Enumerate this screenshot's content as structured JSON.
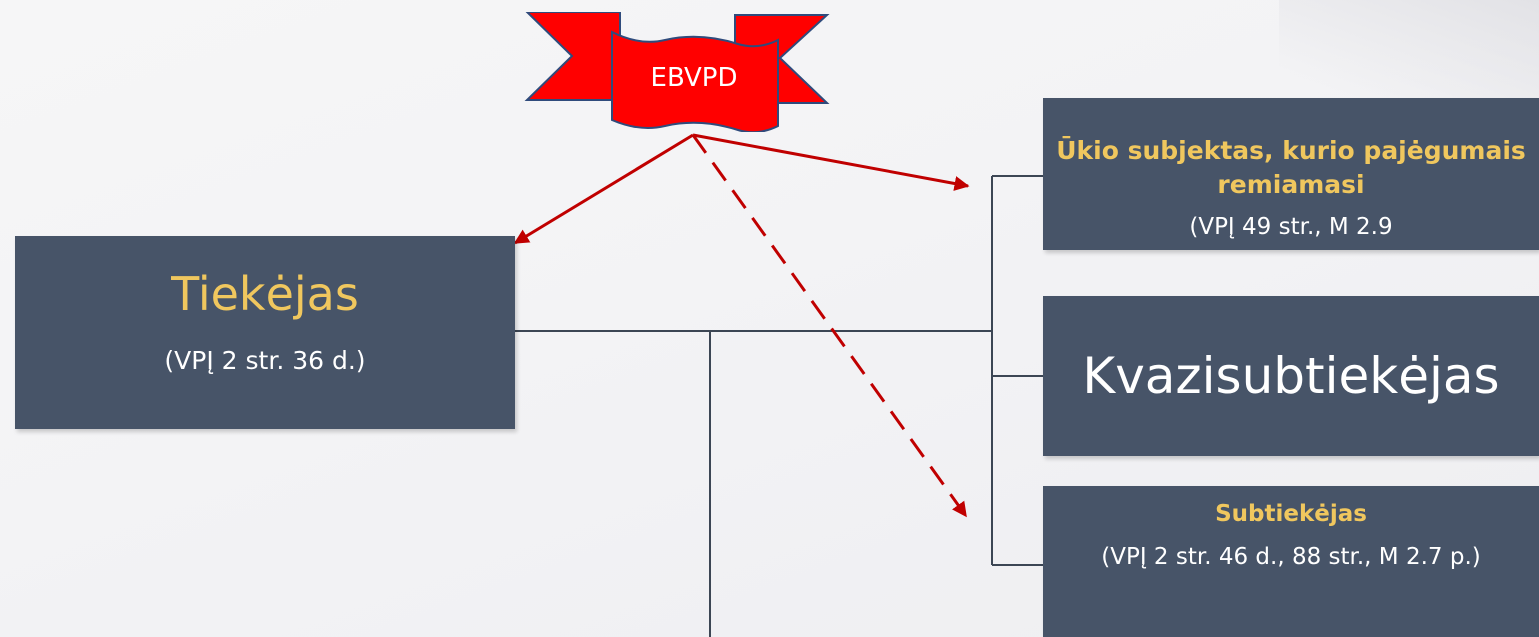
{
  "banner": {
    "label": "EBVPD",
    "color": "#ff0000"
  },
  "supplier": {
    "title": "Tiekėjas",
    "reference": "(VPĮ 2 str. 36 d.)"
  },
  "relied_entity": {
    "title": "Ūkio subjektas, kurio pajėgumais remiamasi",
    "reference": "(VPĮ 49 str., M 2.9"
  },
  "quasi_subcontractor": {
    "title": "Kvazisubtiekėjas"
  },
  "subcontractor": {
    "title": "Subtiekėjas",
    "reference": "(VPĮ 2 str. 46 d., 88 str., M 2.7 p.)"
  },
  "colors": {
    "box": "#475468",
    "title_accent": "#f0c75e",
    "arrow": "#c00000",
    "connector": "#3c4654"
  }
}
